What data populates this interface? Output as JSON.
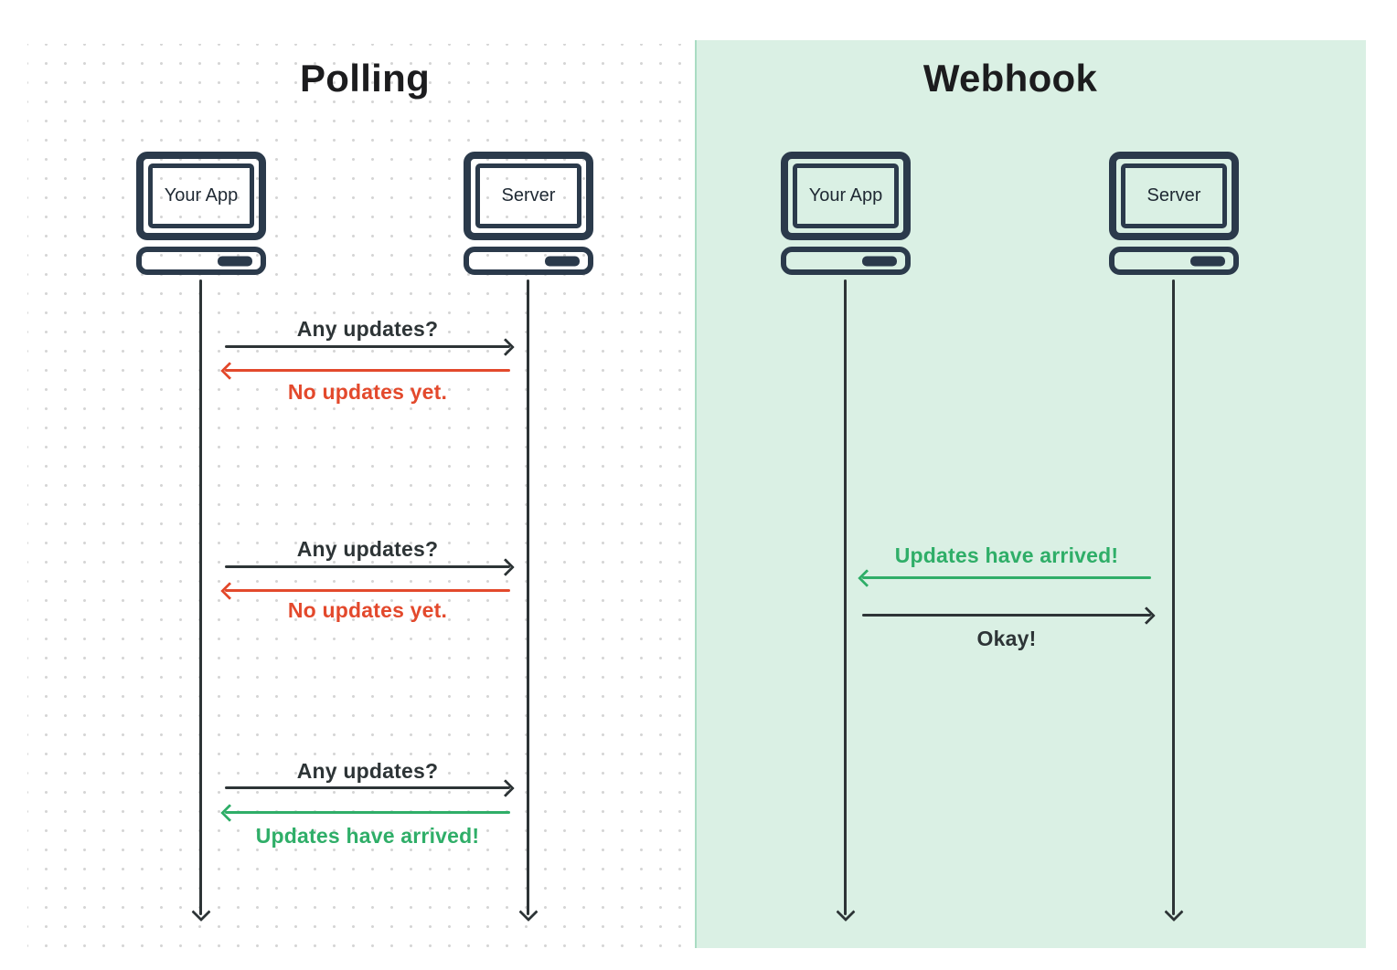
{
  "colors": {
    "icon_dark": "#2b3a4b",
    "arrow_black": "#2d3436",
    "arrow_red": "#e3492c",
    "arrow_green": "#2fae68",
    "webhook_bg": "#daf0e4",
    "webhook_edge": "#a9dcc3",
    "dot": "#d5d5d5",
    "title_text": "#1c1c1e",
    "label_text": "#1f2933"
  },
  "polling": {
    "title": "Polling",
    "actors": [
      "Your App",
      "Server"
    ],
    "exchanges": [
      {
        "request": "Any updates?",
        "response": "No updates yet."
      },
      {
        "request": "Any updates?",
        "response": "No updates yet."
      },
      {
        "request": "Any updates?",
        "response": "Updates have arrived!"
      }
    ]
  },
  "webhook": {
    "title": "Webhook",
    "actors": [
      "Your App",
      "Server"
    ],
    "exchanges": [
      {
        "notification": "Updates have arrived!",
        "ack": "Okay!"
      }
    ]
  }
}
